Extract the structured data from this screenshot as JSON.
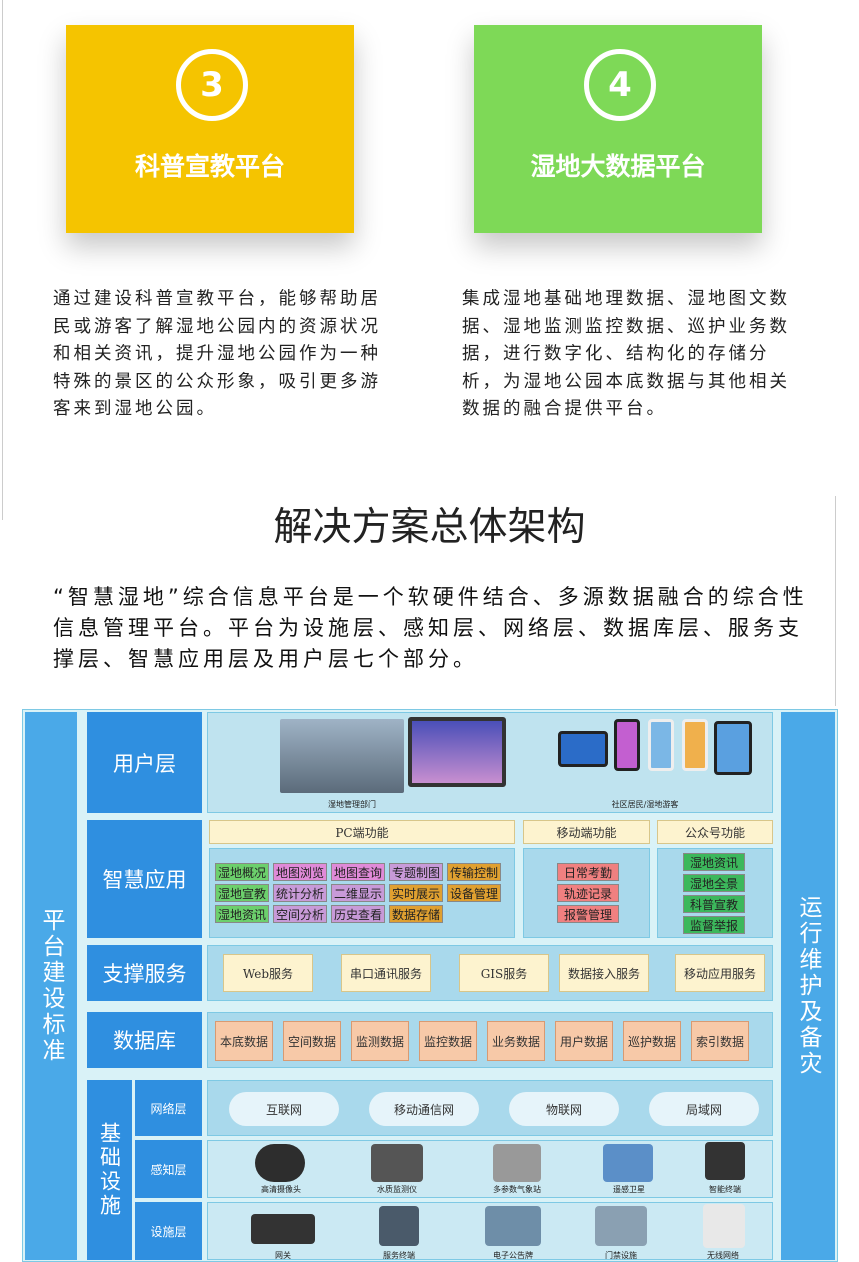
{
  "cards": [
    {
      "number": "3",
      "title": "科普宣教平台",
      "color": "#f5c400",
      "description": "通过建设科普宣教平台，能够帮助居民或游客了解湿地公园内的资源状况和相关资讯，提升湿地公园作为一种特殊的景区的公众形象，吸引更多游客来到湿地公园。"
    },
    {
      "number": "4",
      "title": "湿地大数据平台",
      "color": "#7ed957",
      "description": "集成湿地基础地理数据、湿地图文数据、湿地监测监控数据、巡护业务数据，进行数字化、结构化的存储分析，为湿地公园本底数据与其他相关数据的融合提供平台。"
    }
  ],
  "section": {
    "title": "解决方案总体架构",
    "intro": "“智慧湿地”综合信息平台是一个软硬件结合、多源数据融合的综合性信息管理平台。平台为设施层、感知层、网络层、数据库层、服务支撑层、智慧应用层及用户层七个部分。"
  },
  "arch": {
    "left_sidebar": "平台建设标准",
    "right_sidebar": "运行维护及备灾",
    "layers": {
      "user": "用户层",
      "app": "智慧应用",
      "support": "支撑服务",
      "db": "数据库",
      "infra": "基础设施"
    },
    "user": {
      "left_caption": "湿地管理部门",
      "right_caption": "社区居民/湿地游客"
    },
    "app": {
      "pc_header": "PC端功能",
      "mobile_header": "移动端功能",
      "public_header": "公众号功能",
      "pc_rows": [
        [
          "湿地概况",
          "地图浏览",
          "地图查询",
          "专题制图",
          "传输控制"
        ],
        [
          "湿地宣教",
          "统计分析",
          "二维显示",
          "实时展示",
          "设备管理"
        ],
        [
          "湿地资讯",
          "空间分析",
          "历史查看",
          "数据存储"
        ]
      ],
      "mobile_items": [
        "日常考勤",
        "轨迹记录",
        "报警管理"
      ],
      "public_items": [
        "湿地资讯",
        "湿地全景",
        "科普宣教",
        "监督举报"
      ]
    },
    "support_items": [
      "Web服务",
      "串口通讯服务",
      "GIS服务",
      "数据接入服务",
      "移动应用服务"
    ],
    "db_items": [
      "本底数据",
      "空间数据",
      "监测数据",
      "监控数据",
      "业务数据",
      "用户数据",
      "巡护数据",
      "索引数据"
    ],
    "infra_sub": {
      "network": "网络层",
      "sensing": "感知层",
      "facility": "设施层"
    },
    "network_items": [
      "互联网",
      "移动通信网",
      "物联网",
      "局域网"
    ],
    "sensing_items": [
      "高清摄像头",
      "水质监测仪",
      "多参数气象站",
      "遥感卫星",
      "智能终端"
    ],
    "facility_items": [
      "网关",
      "服务终端",
      "电子公告牌",
      "门禁设施",
      "无线网络"
    ]
  }
}
